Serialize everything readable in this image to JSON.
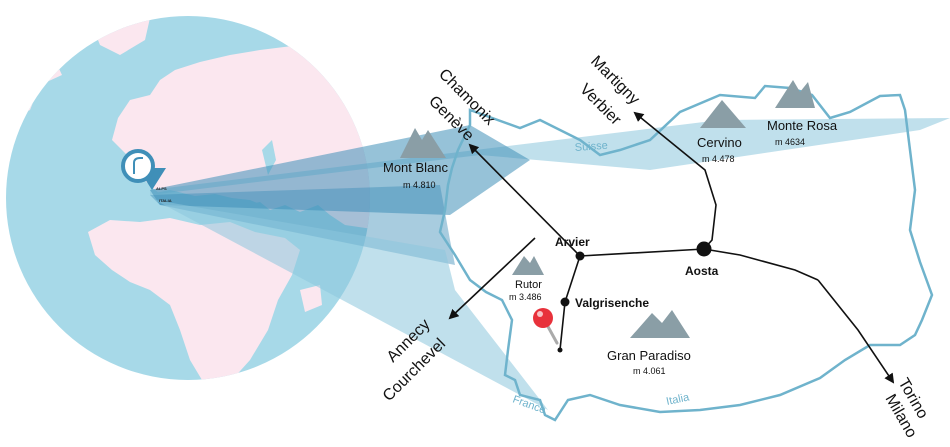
{
  "globe": {
    "label_alps": "ALPS",
    "label_italia": "ITALIA"
  },
  "countries": {
    "suisse": "Suisse",
    "france": "France",
    "italia": "Italia"
  },
  "towns": {
    "arvier": "Arvier",
    "aosta": "Aosta",
    "valgrisenche": "Valgrisenche"
  },
  "peaks": {
    "mont_blanc": {
      "name": "Mont Blanc",
      "alt": "m 4.810"
    },
    "cervino": {
      "name": "Cervino",
      "alt": "m 4.478"
    },
    "monte_rosa": {
      "name": "Monte Rosa",
      "alt": "m 4634"
    },
    "rutor": {
      "name": "Rutor",
      "alt": "m 3.486"
    },
    "gran_paradiso": {
      "name": "Gran Paradiso",
      "alt": "m 4.061"
    }
  },
  "destinations": {
    "chamonix": "Chamonix",
    "geneve": "Genève",
    "martigny": "Martigny",
    "verbier": "Verbier",
    "annecy": "Annecy",
    "courchevel": "Courchevel",
    "torino": "Torino",
    "milano": "Milano"
  },
  "colors": {
    "ocean": "#a7d9e8",
    "land": "#fbe7ef",
    "border": "#6fb3cc",
    "beam_dark": "#3f8fb8",
    "beam_light": "#8cc6dc",
    "mountain": "#8a9ea6",
    "marker": "#e8313b",
    "road": "#111111"
  },
  "icons": {
    "location_marker": "map-pin-icon",
    "mountain": "mountain-icon",
    "globe_marker": "location-marker-icon"
  }
}
